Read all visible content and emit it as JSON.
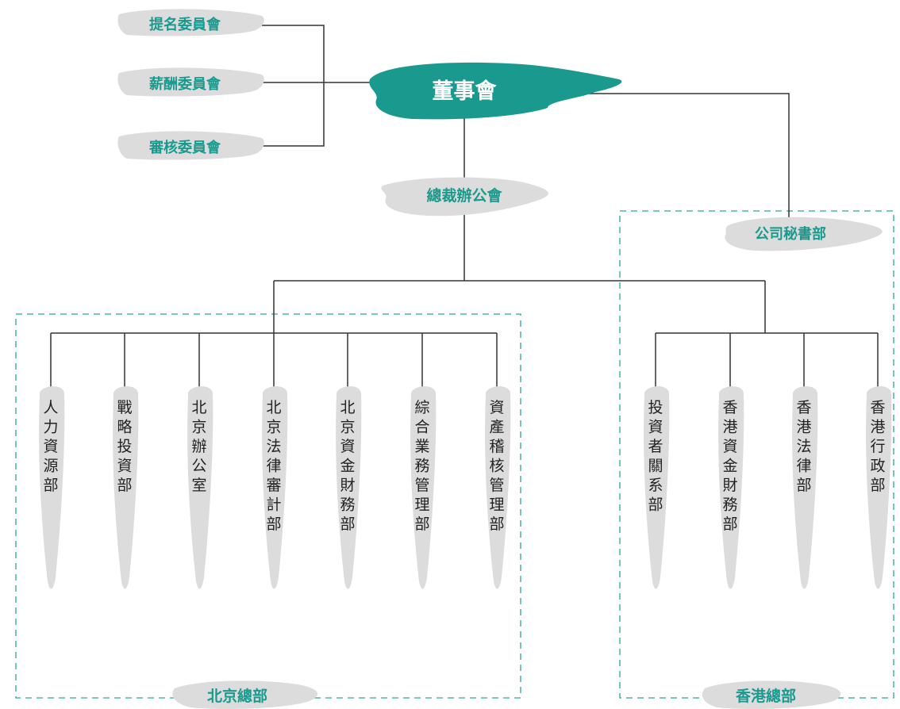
{
  "board": "董事會",
  "committees": [
    "提名委員會",
    "薪酬委員會",
    "審核委員會"
  ],
  "president_office": "總裁辦公會",
  "company_secretary": "公司秘書部",
  "beijing_hq": {
    "label": "北京總部",
    "departments": [
      "人力資源部",
      "戰略投資部",
      "北京辦公室",
      "北京法律審計部",
      "北京資金財務部",
      "綜合業務管理部",
      "資產稽核管理部"
    ]
  },
  "hongkong_hq": {
    "label": "香港總部",
    "departments": [
      "投資者關系部",
      "香港資金財務部",
      "香港法律部",
      "香港行政部"
    ]
  },
  "colors": {
    "accent": "#1a9a8f",
    "brush_gray": "#dcdcdc",
    "line": "#333333"
  }
}
